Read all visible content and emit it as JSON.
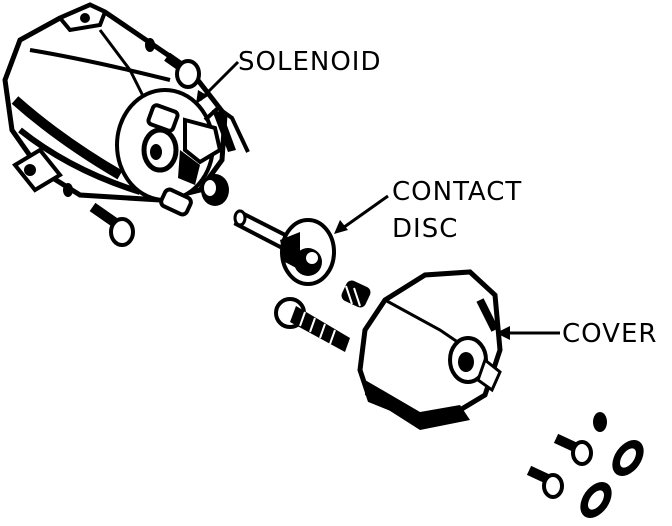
{
  "labels": {
    "solenoid": "SOLENOID",
    "contact_line1": "CONTACT",
    "contact_line2": "DISC",
    "cover": "COVER"
  },
  "colors": {
    "ink": "#000000",
    "paper": "#ffffff"
  }
}
